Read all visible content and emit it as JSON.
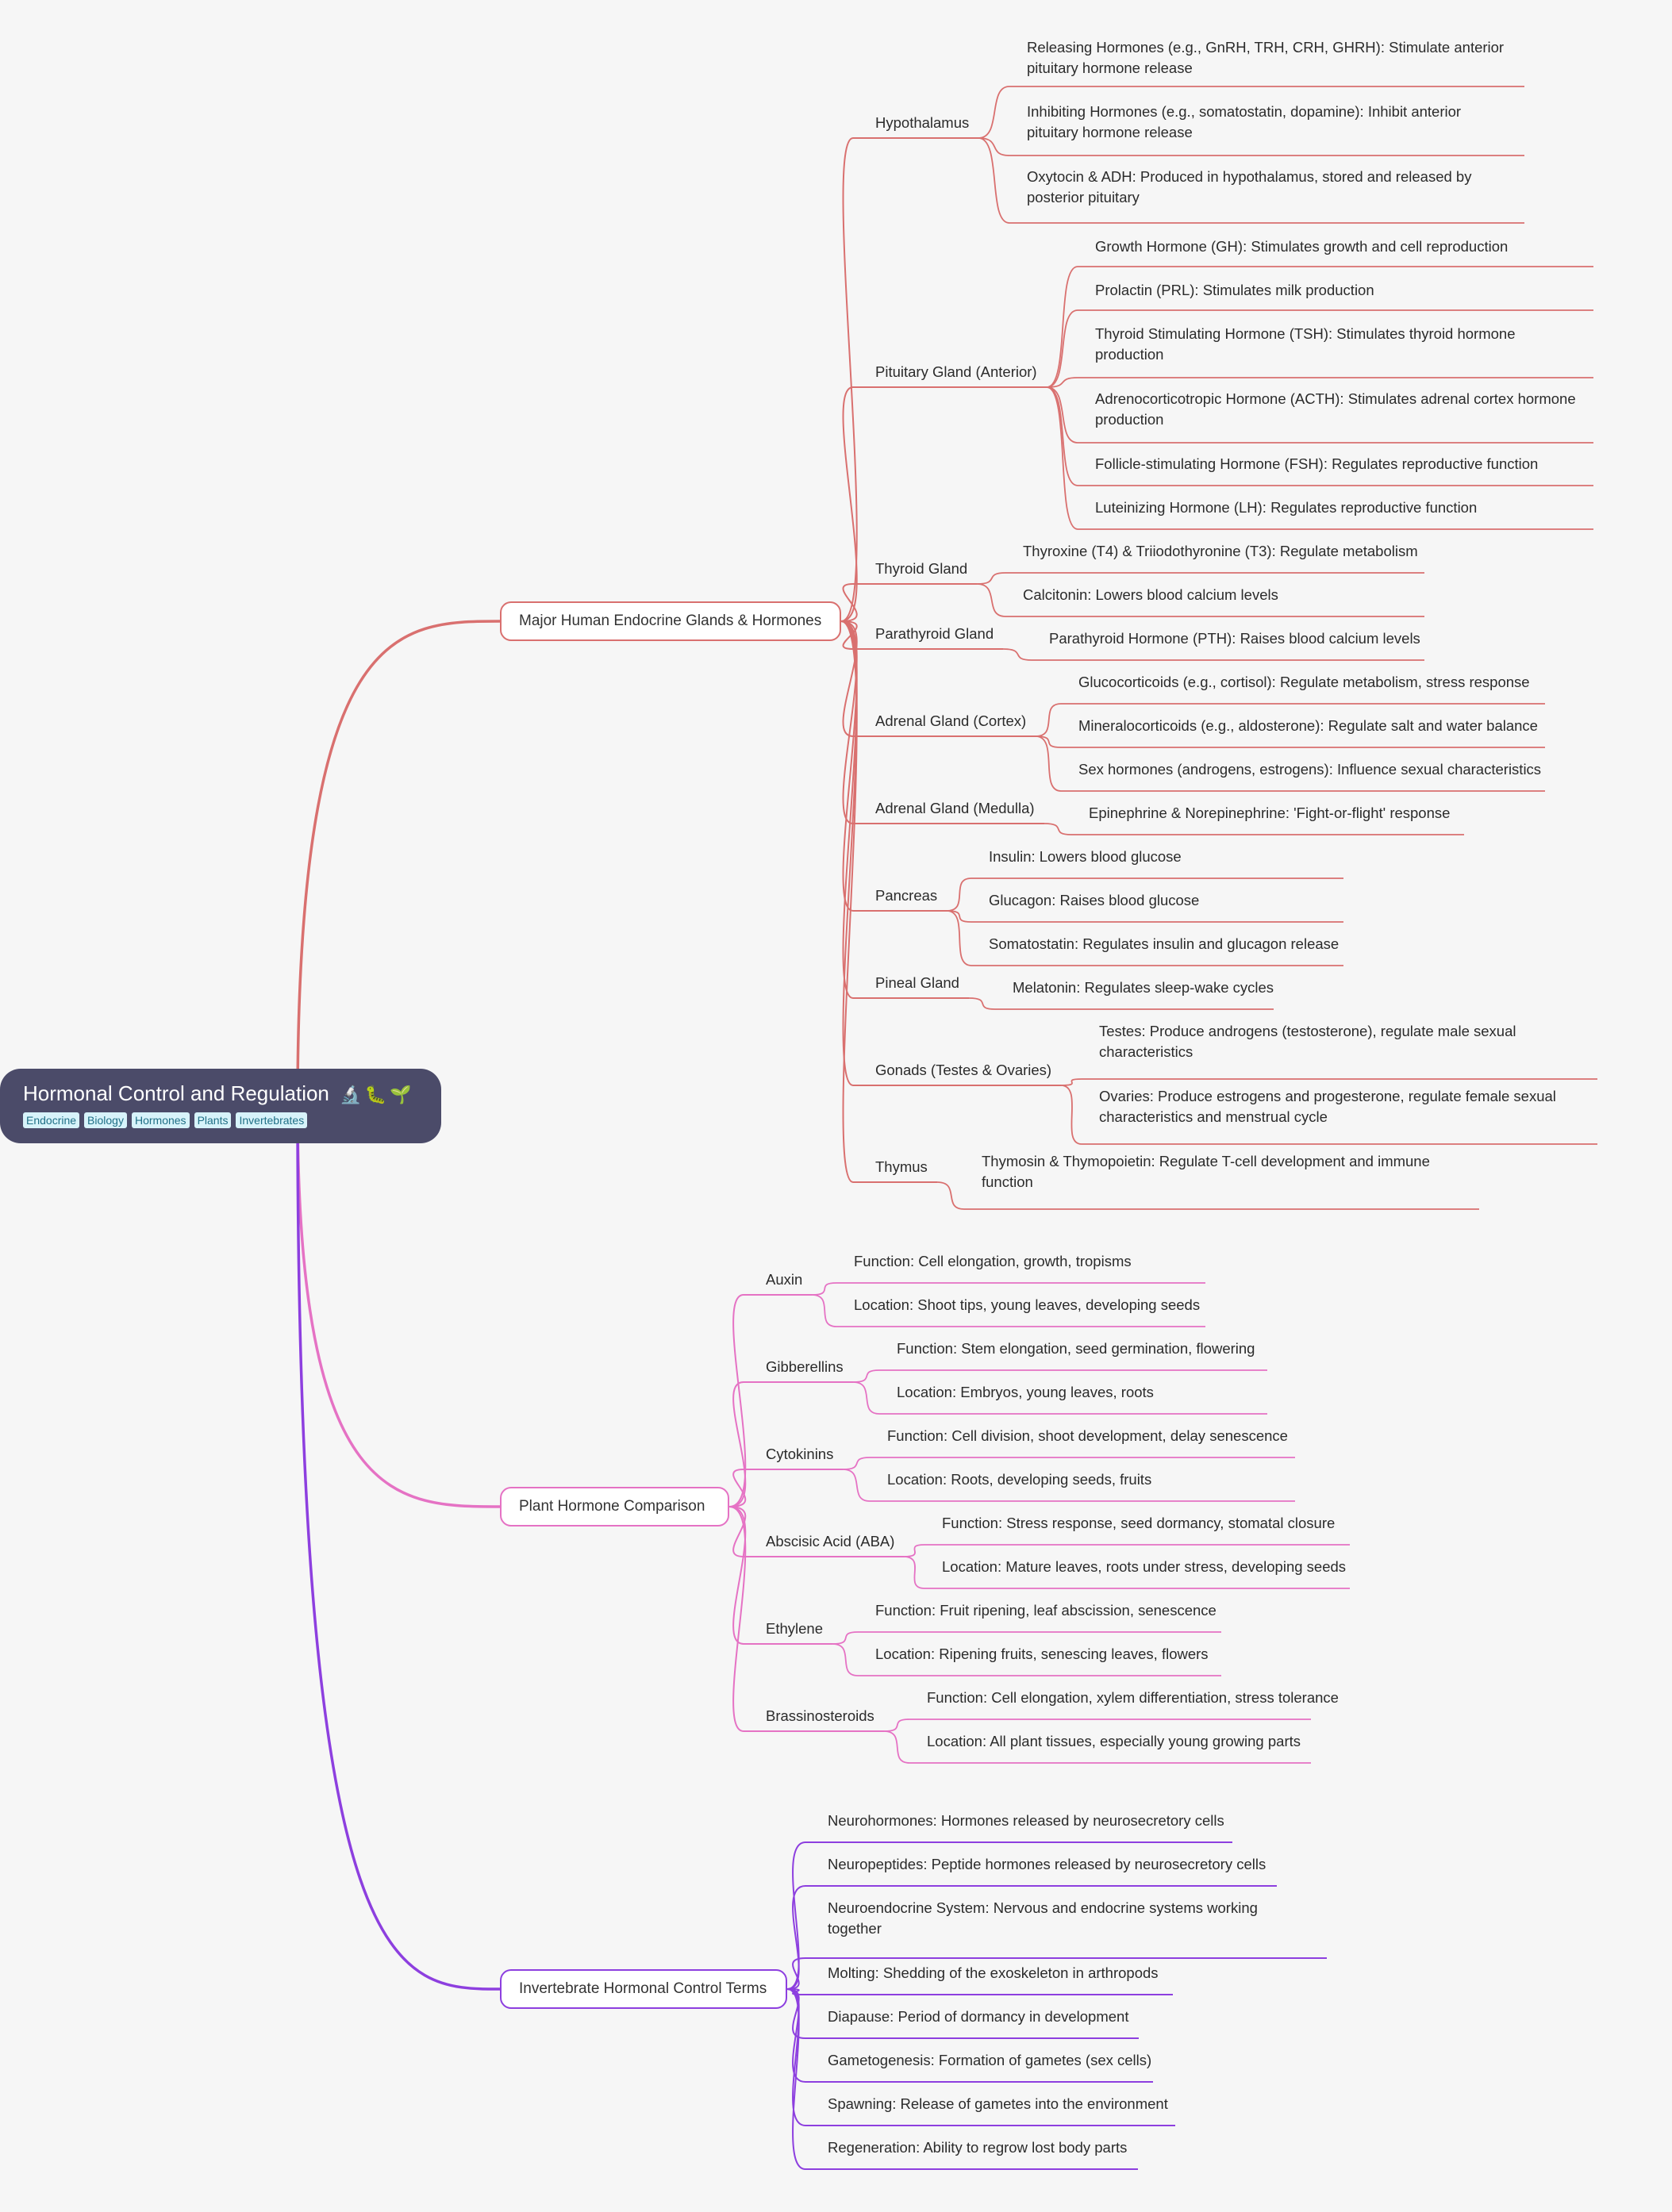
{
  "root": {
    "title": "Hormonal Control and Regulation",
    "icons": [
      "microscope-icon",
      "caterpillar-icon",
      "seedling-icon"
    ],
    "tags": [
      "Endocrine",
      "Biology",
      "Hormones",
      "Plants",
      "Invertebrates"
    ]
  },
  "colors": {
    "root_bg": "#4b4b69",
    "branch_endocrine": "#d9706f",
    "branch_plants": "#e572c4",
    "branch_invertebrates": "#8d3fdf"
  },
  "branches": [
    {
      "label": "Major Human Endocrine Glands & Hormones",
      "children": [
        {
          "label": "Hypothalamus",
          "children": [
            [
              "Releasing Hormones (e.g., GnRH, TRH, CRH, GHRH): Stimulate anterior",
              "pituitary hormone release"
            ],
            [
              "Inhibiting Hormones (e.g., somatostatin, dopamine): Inhibit anterior",
              "pituitary hormone release"
            ],
            [
              "Oxytocin & ADH: Produced in hypothalamus, stored and released by",
              "posterior pituitary"
            ]
          ]
        },
        {
          "label": "Pituitary Gland (Anterior)",
          "children": [
            [
              "Growth Hormone (GH): Stimulates growth and cell reproduction"
            ],
            [
              "Prolactin (PRL): Stimulates milk production"
            ],
            [
              "Thyroid Stimulating Hormone (TSH): Stimulates thyroid hormone",
              "production"
            ],
            [
              "Adrenocorticotropic Hormone (ACTH): Stimulates adrenal cortex hormone",
              "production"
            ],
            [
              "Follicle-stimulating Hormone (FSH): Regulates reproductive function"
            ],
            [
              "Luteinizing Hormone (LH): Regulates reproductive function"
            ]
          ]
        },
        {
          "label": "Thyroid Gland",
          "children": [
            [
              "Thyroxine (T4) & Triiodothyronine (T3): Regulate metabolism"
            ],
            [
              "Calcitonin: Lowers blood calcium levels"
            ]
          ]
        },
        {
          "label": "Parathyroid Gland",
          "children": [
            [
              "Parathyroid Hormone (PTH): Raises blood calcium levels"
            ]
          ]
        },
        {
          "label": "Adrenal Gland (Cortex)",
          "children": [
            [
              "Glucocorticoids (e.g., cortisol): Regulate metabolism, stress response"
            ],
            [
              "Mineralocorticoids (e.g., aldosterone): Regulate salt and water balance"
            ],
            [
              "Sex hormones (androgens, estrogens): Influence sexual characteristics"
            ]
          ]
        },
        {
          "label": "Adrenal Gland (Medulla)",
          "children": [
            [
              "Epinephrine & Norepinephrine: 'Fight-or-flight' response"
            ]
          ]
        },
        {
          "label": "Pancreas",
          "children": [
            [
              "Insulin: Lowers blood glucose"
            ],
            [
              "Glucagon: Raises blood glucose"
            ],
            [
              "Somatostatin: Regulates insulin and glucagon release"
            ]
          ]
        },
        {
          "label": "Pineal Gland",
          "children": [
            [
              "Melatonin: Regulates sleep-wake cycles"
            ]
          ]
        },
        {
          "label": "Gonads (Testes & Ovaries)",
          "children": [
            [
              "Testes: Produce androgens (testosterone), regulate male sexual",
              "characteristics"
            ],
            [
              "Ovaries: Produce estrogens and progesterone, regulate female sexual",
              "characteristics and menstrual cycle"
            ]
          ]
        },
        {
          "label": "Thymus",
          "children": [
            [
              "Thymosin & Thymopoietin: Regulate T-cell development and immune",
              "function"
            ]
          ]
        }
      ]
    },
    {
      "label": "Plant Hormone Comparison",
      "children": [
        {
          "label": "Auxin",
          "children": [
            [
              "Function: Cell elongation, growth, tropisms"
            ],
            [
              "Location: Shoot tips, young leaves, developing seeds"
            ]
          ]
        },
        {
          "label": "Gibberellins",
          "children": [
            [
              "Function: Stem elongation, seed germination, flowering"
            ],
            [
              "Location: Embryos, young leaves, roots"
            ]
          ]
        },
        {
          "label": "Cytokinins",
          "children": [
            [
              "Function: Cell division, shoot development, delay senescence"
            ],
            [
              "Location: Roots, developing seeds, fruits"
            ]
          ]
        },
        {
          "label": "Abscisic Acid (ABA)",
          "children": [
            [
              "Function: Stress response, seed dormancy, stomatal closure"
            ],
            [
              "Location: Mature leaves, roots under stress, developing seeds"
            ]
          ]
        },
        {
          "label": "Ethylene",
          "children": [
            [
              "Function: Fruit ripening, leaf abscission, senescence"
            ],
            [
              "Location: Ripening fruits, senescing leaves, flowers"
            ]
          ]
        },
        {
          "label": "Brassinosteroids",
          "children": [
            [
              "Function: Cell elongation, xylem differentiation, stress tolerance"
            ],
            [
              "Location: All plant tissues, especially young growing parts"
            ]
          ]
        }
      ]
    },
    {
      "label": "Invertebrate Hormonal Control Terms",
      "children": [
        {
          "label": [
            "Neurohormones: Hormones released by neurosecretory cells"
          ]
        },
        {
          "label": [
            "Neuropeptides: Peptide hormones released by neurosecretory cells"
          ]
        },
        {
          "label": [
            "Neuroendocrine System: Nervous and endocrine systems working",
            "together"
          ]
        },
        {
          "label": [
            "Molting: Shedding of the exoskeleton in arthropods"
          ]
        },
        {
          "label": [
            "Diapause: Period of dormancy in development"
          ]
        },
        {
          "label": [
            "Gametogenesis: Formation of gametes (sex cells)"
          ]
        },
        {
          "label": [
            "Spawning: Release of gametes into the environment"
          ]
        },
        {
          "label": [
            "Regeneration: Ability to regrow lost body parts"
          ]
        }
      ]
    }
  ]
}
